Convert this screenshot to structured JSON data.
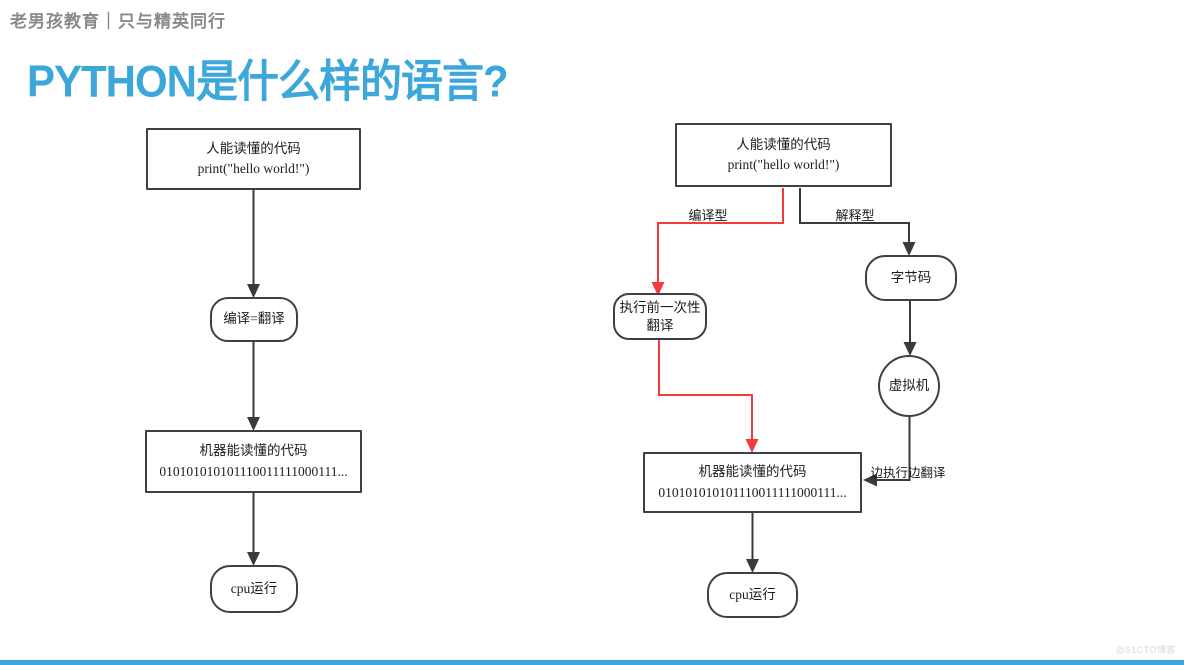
{
  "header": {
    "brand": "老男孩教育｜只与精英同行"
  },
  "title": "PYTHON是什么样的语言?",
  "watermark": "@51CTO博客",
  "colors": {
    "accent_blue": "#3BA7DB",
    "line_dark": "#3a3a3a",
    "line_red": "#F23B3B"
  },
  "left_chart": {
    "human_code_line1": "人能读懂的代码",
    "human_code_line2": "print(\"hello world!\")",
    "compile": "编译=翻译",
    "machine_code_line1": "机器能读懂的代码",
    "machine_code_line2": "010101010101110011111000111...",
    "cpu": "cpu运行"
  },
  "right_chart": {
    "human_code_line1": "人能读懂的代码",
    "human_code_line2": "print(\"hello world!\")",
    "branch_compiled": "编译型",
    "branch_interpreted": "解释型",
    "pre_translate_line1": "执行前一次性",
    "pre_translate_line2": "翻译",
    "bytecode": "字节码",
    "vm": "虚拟机",
    "translate_while_run": "边执行边翻译",
    "machine_code_line1": "机器能读懂的代码",
    "machine_code_line2": "010101010101110011111000111...",
    "cpu": "cpu运行"
  }
}
